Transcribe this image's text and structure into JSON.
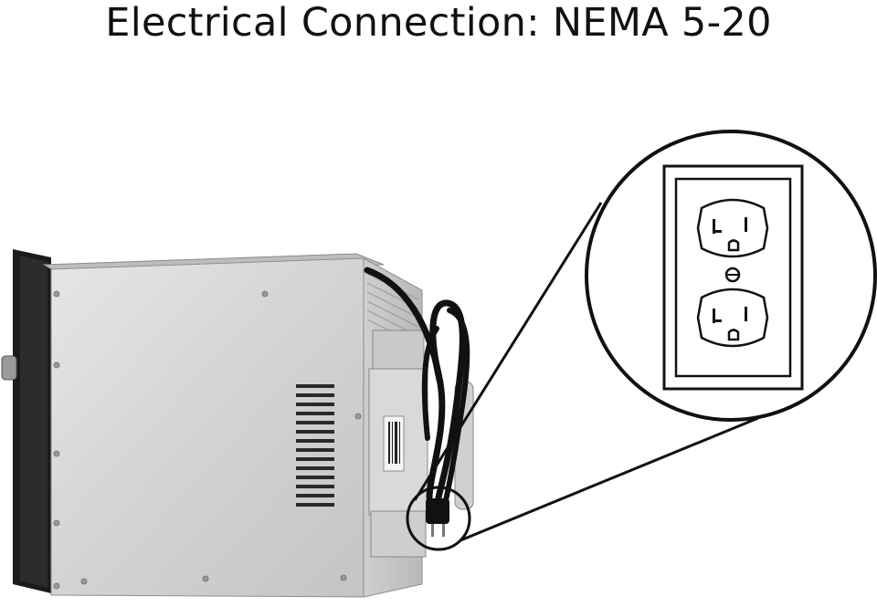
{
  "title": "Electrical Connection: NEMA 5-20",
  "colors": {
    "background": "#ffffff",
    "ink": "#111111",
    "steel": "#d4d4d4",
    "steel_dark": "#a9a9a9",
    "door": "#1a1a1a"
  },
  "icons": {
    "outlet": "nema-5-20-duplex-outlet",
    "plug": "power-plug",
    "magnifier": "detail-callout-circle"
  }
}
